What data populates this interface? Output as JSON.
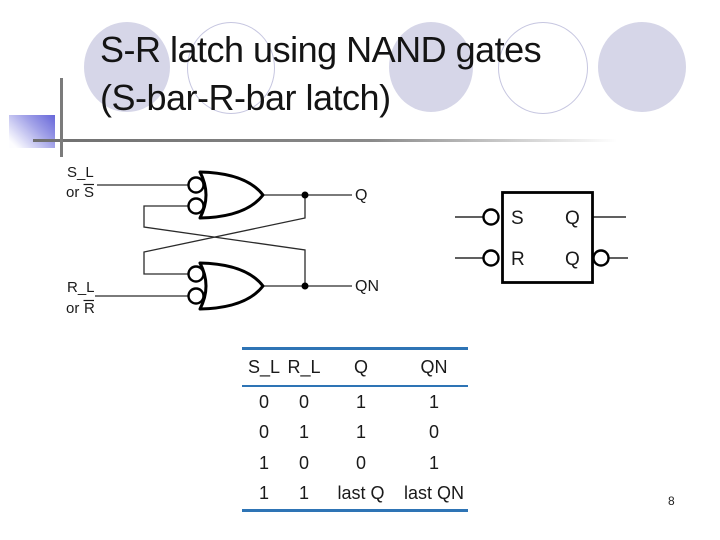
{
  "slide": {
    "title": {
      "line1": "S-R latch using NAND gates",
      "line2": "(S-bar-R-bar latch)"
    },
    "page_number": "8"
  },
  "circuit": {
    "labels": {
      "s_input": "S_L",
      "s_alt_prefix": "or ",
      "s_alt_letter": "S",
      "r_input": "R_L",
      "r_alt_prefix": "or ",
      "r_alt_letter": "R",
      "q_output": "Q",
      "qn_output": "QN"
    }
  },
  "block_symbol": {
    "s": "S",
    "r": "R",
    "q_top": "Q",
    "q_bottom": "Q"
  },
  "truth_table": {
    "headers": [
      "S_L",
      "R_L",
      "Q",
      "QN"
    ],
    "rows": [
      [
        "0",
        "0",
        "1",
        "1"
      ],
      [
        "0",
        "1",
        "1",
        "0"
      ],
      [
        "1",
        "0",
        "0",
        "1"
      ],
      [
        "1",
        "1",
        "last Q",
        "last QN"
      ]
    ]
  },
  "colors": {
    "table_rule": "#2E74B5",
    "circle_fill": "#D6D6E8",
    "circle_outline": "#C6C6E0",
    "accent_gradient_blue": "#6666D9",
    "divider_gray": "#7B7B7B",
    "title_text": "#141414"
  }
}
